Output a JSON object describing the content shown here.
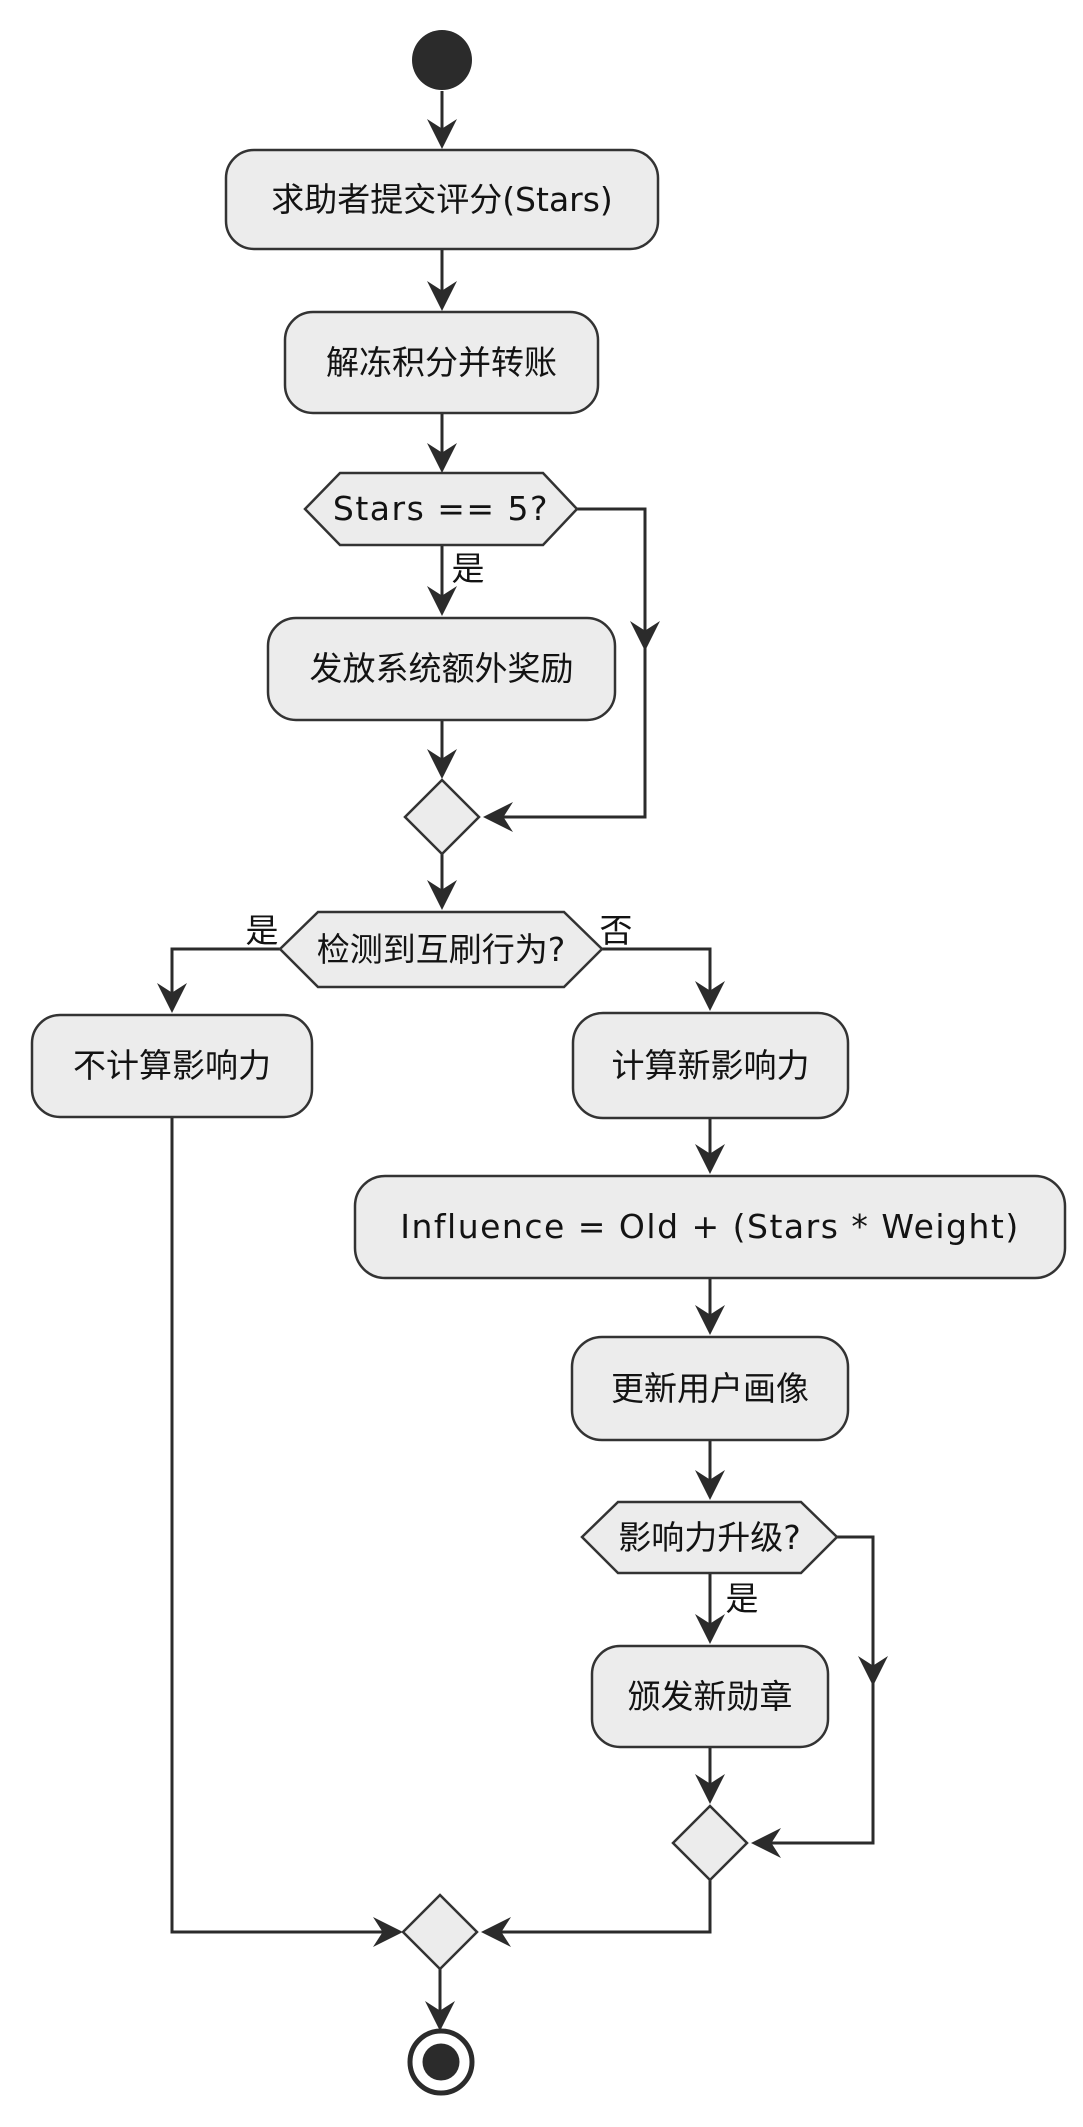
{
  "diagram": {
    "type": "activity-flowchart",
    "colors": {
      "background": "#ffffff",
      "node_fill": "#ececec",
      "node_border": "#333333",
      "edge_color": "#2b2b2b",
      "text_color": "#131313"
    },
    "nodes": {
      "start": {
        "kind": "start-node"
      },
      "submit": {
        "label": "求助者提交评分(Stars)"
      },
      "unfreeze": {
        "label": "解冻积分并转账"
      },
      "stars5": {
        "label": "Stars == 5?"
      },
      "bonus": {
        "label": "发放系统额外奖励"
      },
      "fraud": {
        "label": "检测到互刷行为?"
      },
      "noinfluence": {
        "label": "不计算影响力"
      },
      "calc": {
        "label": "计算新影响力"
      },
      "formula": {
        "label": "Influence = Old + (Stars * Weight)"
      },
      "profile": {
        "label": "更新用户画像"
      },
      "upgrade": {
        "label": "影响力升级?"
      },
      "badge": {
        "label": "颁发新勋章"
      },
      "end": {
        "kind": "end-node"
      }
    },
    "edge_labels": {
      "stars5_yes": "是",
      "fraud_yes": "是",
      "fraud_no": "否",
      "upgrade_yes": "是"
    }
  }
}
